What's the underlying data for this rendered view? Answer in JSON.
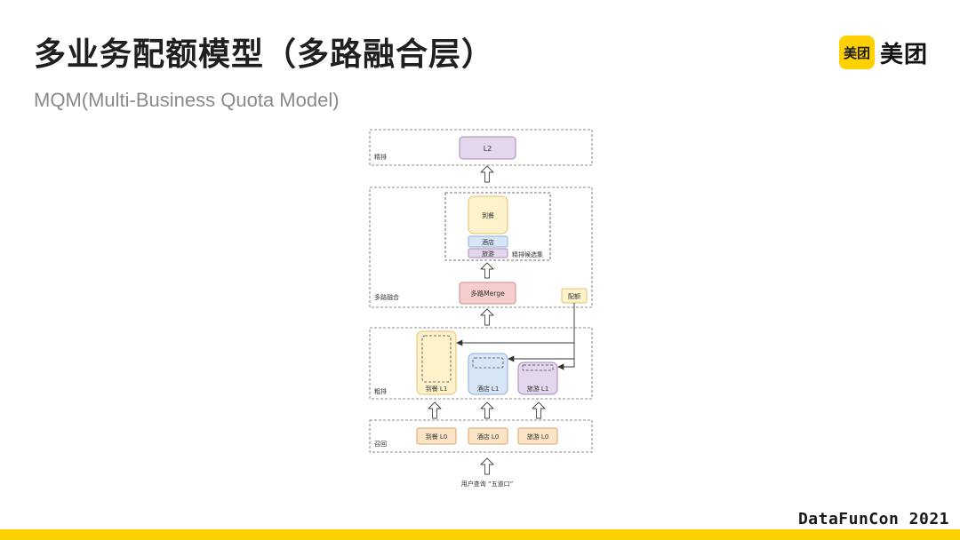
{
  "slide": {
    "title": "多业务配额模型（多路融合层）",
    "subtitle": "MQM(Multi-Business Quota Model)",
    "footer": "DataFunCon 2021"
  },
  "logo": {
    "badge": "美团",
    "text": "美团",
    "color": "#ffd100"
  },
  "diagram": {
    "sections": {
      "fine_rank": "精排",
      "fusion": "多路融合",
      "coarse_rank": "粗排",
      "recall": "召回"
    },
    "nodes": {
      "l2": "L2",
      "dining": "到餐",
      "hotel": "酒店",
      "travel": "旅游",
      "candidate_set": "精排候选集",
      "merge": "多路Merge",
      "quota": "配额",
      "dining_l1": "到餐 L1",
      "hotel_l1": "酒店 L1",
      "travel_l1": "旅游 L1",
      "dining_l0": "到餐 L0",
      "hotel_l0": "酒店 L0",
      "travel_l0": "旅游 L0",
      "user_query": "用户查询 “五道口”"
    },
    "colors": {
      "yellow_fill": "#fdf2c9",
      "yellow_stroke": "#e0c36c",
      "purple_fill": "#e4d6ec",
      "purple_stroke": "#a88bb8",
      "blue_fill": "#d7e6f7",
      "blue_stroke": "#8eaed3",
      "red_fill": "#f6cdcd",
      "red_stroke": "#d48a8a",
      "orange_fill": "#fbe3c6",
      "orange_stroke": "#d9a66a"
    }
  }
}
